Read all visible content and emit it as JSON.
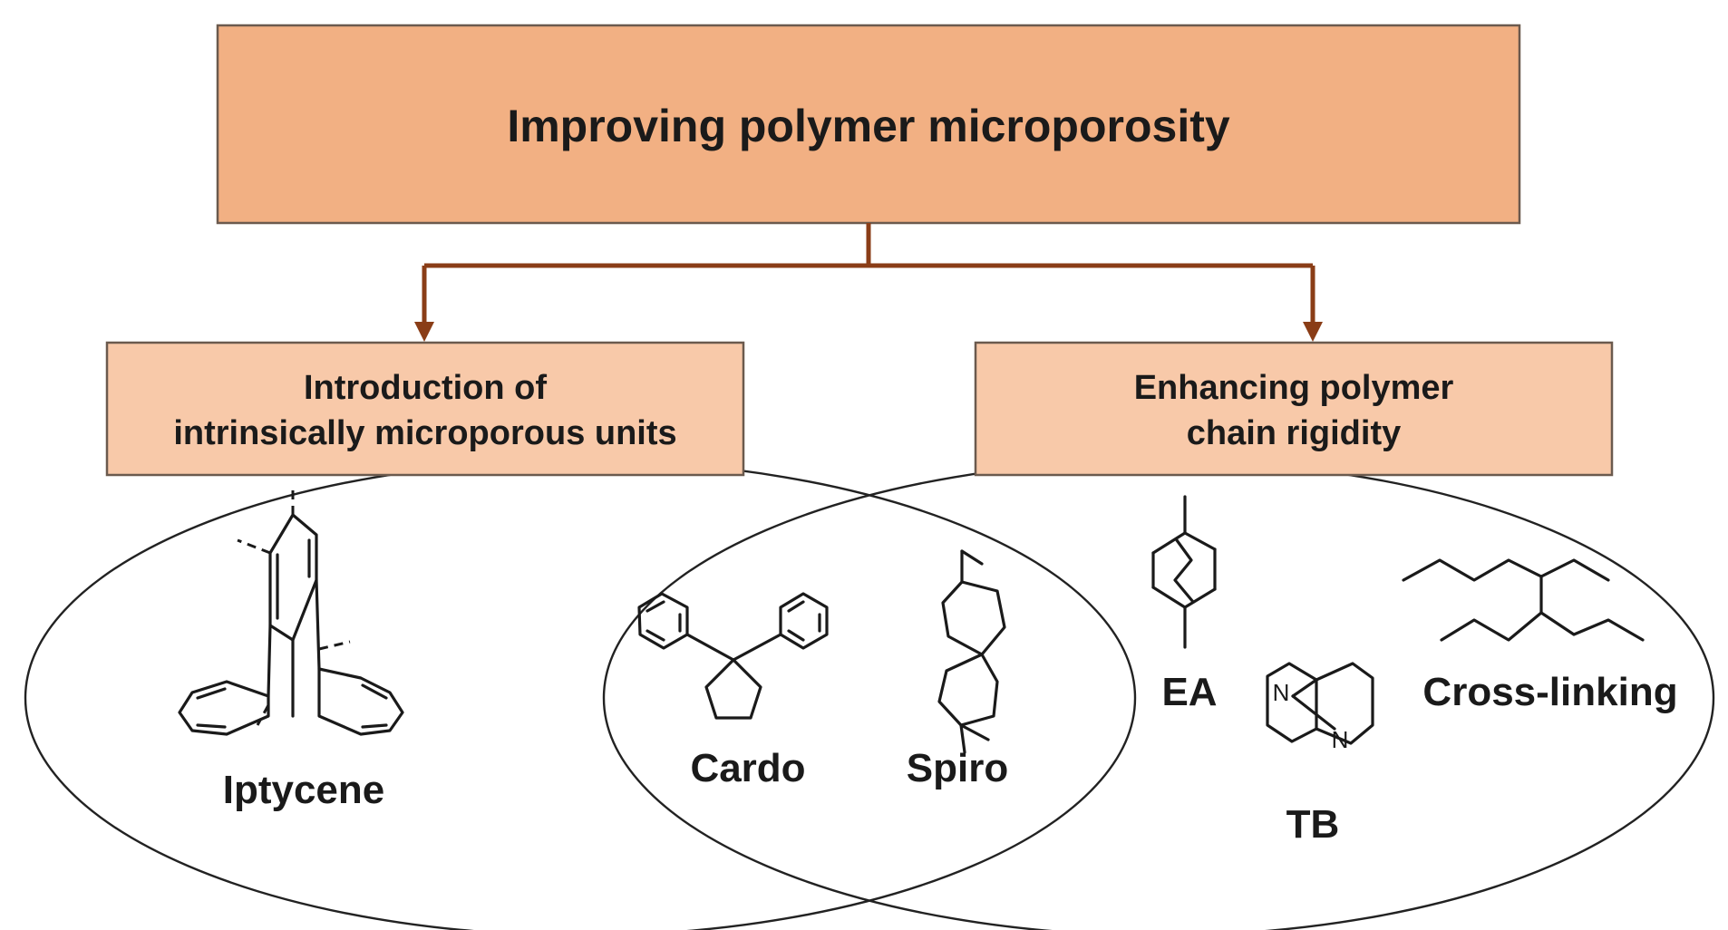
{
  "title": "Improving polymer microporosity",
  "left_branch": {
    "line1": "Introduction of",
    "line2": "intrinsically microporous units"
  },
  "right_branch": {
    "line1": "Enhancing polymer",
    "line2": "chain rigidity"
  },
  "structures": {
    "iptycene": "Iptycene",
    "cardo": "Cardo",
    "spiro": "Spiro",
    "ea": "EA",
    "tb": "TB",
    "tb_atom": "N",
    "cross_linking": "Cross-linking"
  },
  "colors": {
    "title_box": "#f2b083",
    "branch_box": "#f8c9a9",
    "box_border": "#6b5a4e",
    "connector": "#8a3d17"
  }
}
